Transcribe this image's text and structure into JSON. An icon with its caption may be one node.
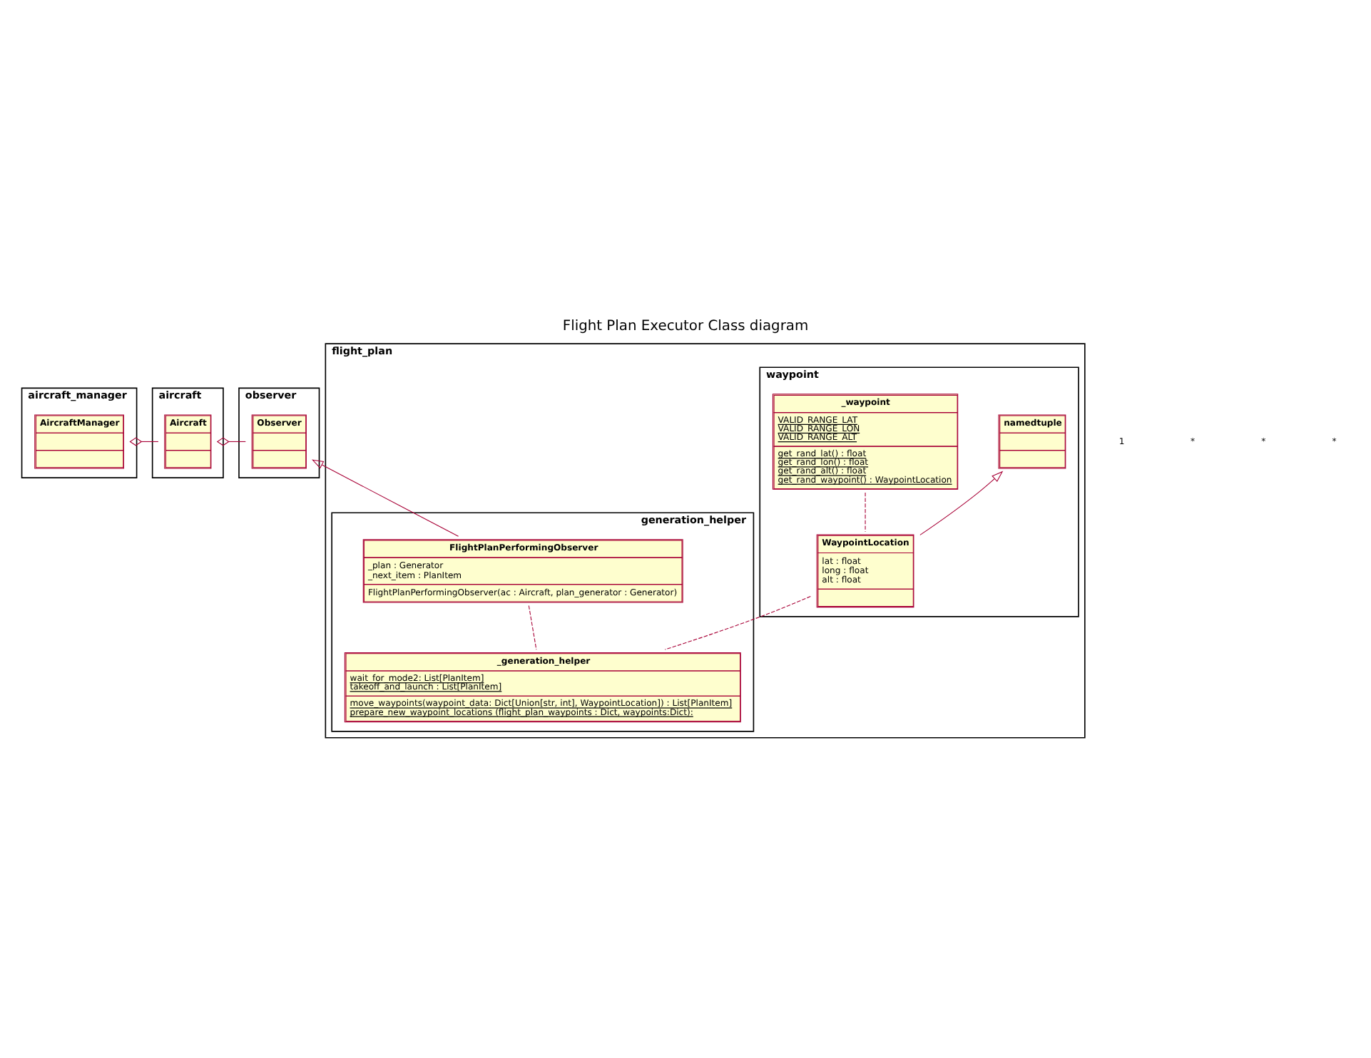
{
  "diagram": {
    "title": "Flight Plan Executor Class diagram",
    "nodes": [
      {
        "text": [
          "aircraft_manager"
        ]
      },
      {
        "text": [
          "AircraftManager"
        ],
        "in": 0
      },
      {
        "text": [
          "aircraft"
        ]
      },
      {
        "text": [
          "Aircraft"
        ],
        "in": 2
      },
      {
        "text": [
          "observer"
        ]
      },
      {
        "text": [
          "Observer"
        ],
        "in": 4
      },
      {
        "text": [
          "flight_plan"
        ]
      },
      {
        "text": [
          "waypoint"
        ],
        "in": 6
      },
      {
        "text": [
          "namedtuple"
        ],
        "in": 7
      },
      {
        "text": [
          "_waypoint",
          "VALID_RANGE_LAT",
          "VALID_RANGE_LON",
          "VALID_RANGE_ALT",
          "get_rand_lat() : float",
          "get_rand_lon() : float",
          "get_rand_alt() : float",
          "get_rand_waypoint() : WaypointLocation"
        ],
        "in": 7
      },
      {
        "text": [
          "WaypointLocation",
          "lat : float",
          "long : float",
          "alt : float"
        ],
        "in": 7
      },
      {
        "text": [
          "generation_helper"
        ],
        "in": 6
      },
      {
        "text": [
          "FlightPlanPerformingObserver",
          "_plan : Generator",
          "_next_item : PlanItem",
          "FlightPlanPerformingObserver(ac : Aircraft, plan_generator : Generator)"
        ],
        "in": 11
      },
      {
        "text": [
          "_generation_helper",
          "wait_for_mode2: List[PlanItem]",
          "takeoff_and_launch : List[PlanItem]",
          "move_waypoints(waypoint_data: Dict[Union[str, int], WaypointLocation]) : List[PlanItem]",
          "prepare_new_waypoint_locations (flight_plan_waypoints : Dict, waypoints:Dict):"
        ],
        "in": 11
      }
    ],
    "edges": [
      {
        "from": 1,
        "to": 3,
        "arrow": "other"
      },
      {
        "from": 3,
        "to": 5,
        "arrow": "other"
      },
      {
        "from": 12,
        "to": 5,
        "arrow": "to"
      },
      {
        "from": 10,
        "to": 8,
        "arrow": "to"
      },
      {
        "from": 9,
        "to": 10,
        "arrow": "none",
        "style": "dashed"
      },
      {
        "from": 12,
        "to": 13,
        "arrow": "none",
        "style": "dashed"
      },
      {
        "from": 10,
        "to": 13,
        "arrow": "none",
        "style": "dashed"
      }
    ],
    "labels": [
      "1",
      "*",
      "*",
      "*"
    ]
  }
}
